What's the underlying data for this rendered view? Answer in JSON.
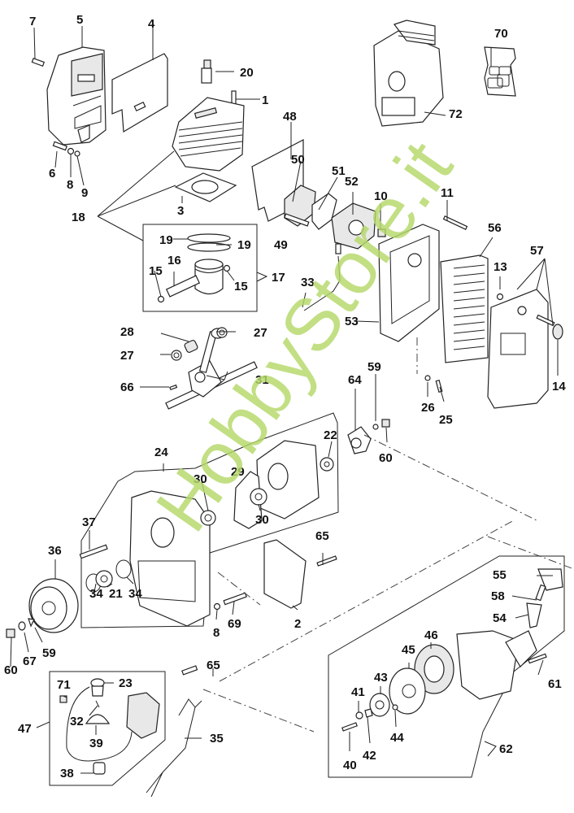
{
  "diagram": {
    "type": "exploded-parts-diagram",
    "subject": "two-stroke engine assembly",
    "watermark": "HobbyStore.it",
    "watermark_color": "#b5d96a",
    "line_color": "#222222",
    "callouts": [
      {
        "id": "c1",
        "label": "1",
        "part": "cylinder-bolt"
      },
      {
        "id": "c2",
        "label": "2",
        "part": "plate-cover"
      },
      {
        "id": "c3",
        "label": "3",
        "part": "cylinder-gasket"
      },
      {
        "id": "c4",
        "label": "4",
        "part": "muffler-gasket"
      },
      {
        "id": "c5",
        "label": "5",
        "part": "muffler"
      },
      {
        "id": "c6",
        "label": "6",
        "part": "muffler-bolt"
      },
      {
        "id": "c7",
        "label": "7",
        "part": "muffler-screw"
      },
      {
        "id": "c8a",
        "label": "8",
        "part": "washer"
      },
      {
        "id": "c9",
        "label": "9",
        "part": "washer"
      },
      {
        "id": "c10",
        "label": "10",
        "part": "nut"
      },
      {
        "id": "c11",
        "label": "11",
        "part": "air-filter-bolt"
      },
      {
        "id": "c13",
        "label": "13",
        "part": "o-ring"
      },
      {
        "id": "c14",
        "label": "14",
        "part": "filter-cover-knob"
      },
      {
        "id": "c15a",
        "label": "15",
        "part": "piston-pin-clip"
      },
      {
        "id": "c15b",
        "label": "15",
        "part": "piston-pin-clip"
      },
      {
        "id": "c16",
        "label": "16",
        "part": "piston-pin"
      },
      {
        "id": "c17",
        "label": "17",
        "part": "piston-kit"
      },
      {
        "id": "c18",
        "label": "18",
        "part": "cylinder-kit"
      },
      {
        "id": "c19a",
        "label": "19",
        "part": "piston-ring"
      },
      {
        "id": "c19b",
        "label": "19",
        "part": "piston-ring"
      },
      {
        "id": "c20",
        "label": "20",
        "part": "spark-plug"
      },
      {
        "id": "c21",
        "label": "21",
        "part": "oil-seal"
      },
      {
        "id": "c22",
        "label": "22",
        "part": "oil-seal"
      },
      {
        "id": "c23",
        "label": "23",
        "part": "spark-plug-cap"
      },
      {
        "id": "c24",
        "label": "24",
        "part": "crankcase-assembly"
      },
      {
        "id": "c25",
        "label": "25",
        "part": "screw"
      },
      {
        "id": "c26",
        "label": "26",
        "part": "washer"
      },
      {
        "id": "c27a",
        "label": "27",
        "part": "bearing-washer"
      },
      {
        "id": "c27b",
        "label": "27",
        "part": "bearing-washer"
      },
      {
        "id": "c28",
        "label": "28",
        "part": "needle-bearing"
      },
      {
        "id": "c29",
        "label": "29",
        "part": "crankcase-gasket"
      },
      {
        "id": "c30a",
        "label": "30",
        "part": "ball-bearing"
      },
      {
        "id": "c30b",
        "label": "30",
        "part": "ball-bearing"
      },
      {
        "id": "c31",
        "label": "31",
        "part": "crankshaft"
      },
      {
        "id": "c32",
        "label": "32",
        "part": "spring"
      },
      {
        "id": "c33",
        "label": "33",
        "part": "throttle-wire"
      },
      {
        "id": "c34a",
        "label": "34",
        "part": "circlip"
      },
      {
        "id": "c34b",
        "label": "34",
        "part": "circlip"
      },
      {
        "id": "c35",
        "label": "35",
        "part": "wire-harness"
      },
      {
        "id": "c36",
        "label": "36",
        "part": "flywheel"
      },
      {
        "id": "c37",
        "label": "37",
        "part": "bolt"
      },
      {
        "id": "c38",
        "label": "38",
        "part": "clamp"
      },
      {
        "id": "c39",
        "label": "39",
        "part": "boot"
      },
      {
        "id": "c40",
        "label": "40",
        "part": "screw"
      },
      {
        "id": "c41",
        "label": "41",
        "part": "washer"
      },
      {
        "id": "c42",
        "label": "42",
        "part": "lock-washer"
      },
      {
        "id": "c43",
        "label": "43",
        "part": "ratchet"
      },
      {
        "id": "c44",
        "label": "44",
        "part": "spring"
      },
      {
        "id": "c45",
        "label": "45",
        "part": "pulley"
      },
      {
        "id": "c46",
        "label": "46",
        "part": "recoil-spring"
      },
      {
        "id": "c47",
        "label": "47",
        "part": "ignition-coil-kit"
      },
      {
        "id": "c48",
        "label": "48",
        "part": "heat-shield"
      },
      {
        "id": "c49",
        "label": "49",
        "part": "bolt"
      },
      {
        "id": "c50",
        "label": "50",
        "part": "insulator"
      },
      {
        "id": "c51",
        "label": "51",
        "part": "carburetor-gasket"
      },
      {
        "id": "c52",
        "label": "52",
        "part": "carburetor"
      },
      {
        "id": "c53",
        "label": "53",
        "part": "air-filter-base"
      },
      {
        "id": "c54",
        "label": "54",
        "part": "rope-guide"
      },
      {
        "id": "c55",
        "label": "55",
        "part": "starter-handle"
      },
      {
        "id": "c56",
        "label": "56",
        "part": "air-filter-element"
      },
      {
        "id": "c57",
        "label": "57",
        "part": "air-filter-cover"
      },
      {
        "id": "c58",
        "label": "58",
        "part": "starter-rope"
      },
      {
        "id": "c59a",
        "label": "59",
        "part": "washer"
      },
      {
        "id": "c59b",
        "label": "59",
        "part": "washer"
      },
      {
        "id": "c60a",
        "label": "60",
        "part": "nut"
      },
      {
        "id": "c60b",
        "label": "60",
        "part": "nut"
      },
      {
        "id": "c61",
        "label": "61",
        "part": "screw"
      },
      {
        "id": "c62",
        "label": "62",
        "part": "recoil-starter-assembly"
      },
      {
        "id": "c64",
        "label": "64",
        "part": "clutch-drum"
      },
      {
        "id": "c65a",
        "label": "65",
        "part": "bolt"
      },
      {
        "id": "c65b",
        "label": "65",
        "part": "bolt"
      },
      {
        "id": "c66",
        "label": "66",
        "part": "woodruff-key"
      },
      {
        "id": "c67",
        "label": "67",
        "part": "washer"
      },
      {
        "id": "c69",
        "label": "69",
        "part": "bolt"
      },
      {
        "id": "c8b",
        "label": "8",
        "part": "washer"
      },
      {
        "id": "c70",
        "label": "70",
        "part": "label-decal"
      },
      {
        "id": "c71",
        "label": "71",
        "part": "nut"
      },
      {
        "id": "c72",
        "label": "72",
        "part": "engine-short-block"
      }
    ]
  }
}
